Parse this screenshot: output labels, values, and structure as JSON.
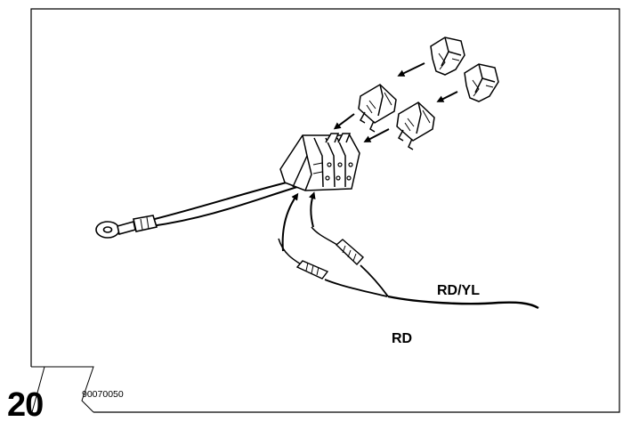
{
  "figure": {
    "step_number": "20",
    "reference_code": "90070050",
    "wire_labels": {
      "red_yellow": "RD/YL",
      "red": "RD"
    }
  },
  "components": {
    "fuses": 2,
    "fuse_covers": 2,
    "fuse_holder": 1,
    "ring_terminal": 1,
    "inline_connectors": 2
  },
  "colors": {
    "line": "#000000",
    "background": "#ffffff"
  }
}
